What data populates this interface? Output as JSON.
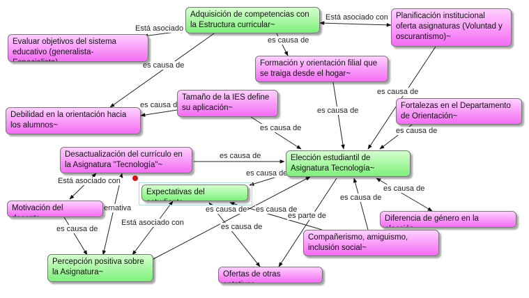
{
  "nodes": {
    "adquisicion": "Adquisición  de competencias con la Estructura curricular~",
    "planificacion": "Planificación institucional  oferta asignaturas (Voluntad y oscurantismo)~",
    "evaluar": "Evaluar objetivos del sistema educativo (generalista- Especialista)~",
    "formacion": "Formación y orientación filial que se traiga desde el hogar~",
    "tamano": "Tamaño de la IES define su aplicación~",
    "debilidad": "Debilidad en la orientación hacia los alumnos~",
    "fortalezas": "Fortalezas en el Departamento de Orientación~",
    "desactualizacion": "Desactualización del currículo en la Asignatura \"Tecnología\"~",
    "eleccion": "Elección estudiantil de Asignatura Tecnología~",
    "expectativas": "Expectativas del estudiante~",
    "motivacion": "Motivación del docente~",
    "diferencia": "Diferencia de género en la elección~",
    "companerismo": "Compañerismo, amiguismo, inclusión social~",
    "percepcion": "Percepción positiva sobre la Asignatura~",
    "ofertas": "Ofertas de otras optativas~"
  },
  "labels": {
    "asociado1": "Está asociado con",
    "asociado2": "Está asociado con",
    "causa1": "es causa de",
    "causa2": "es causa de",
    "causa3": "es causa de",
    "causa4": "es causa de",
    "causa5": "es causa de",
    "causa6": "es causa de",
    "causa7": "es causa de",
    "causa8": "es causa de",
    "asociado3": "Está asociado con",
    "causa9": "es causa de",
    "causa10": "es causa de",
    "causa11": "es causa de",
    "causa12": "es causa de",
    "parte": "es parte de",
    "causa13": "es causa de",
    "asociado4": "Está asociado con",
    "causa14": "es causa de",
    "causa15": "es causa de",
    "alternativa": "ernativa"
  }
}
